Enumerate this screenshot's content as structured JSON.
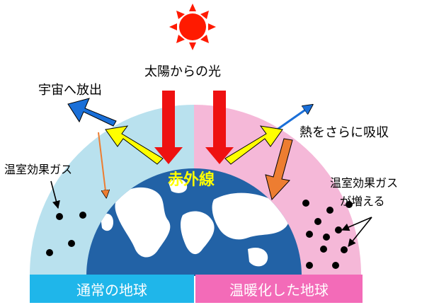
{
  "labels": {
    "sunlight": "太陽からの光",
    "release_to_space": "宇宙へ放出",
    "absorb_more_heat": "熱をさらに吸収",
    "ghg_left": "温室効果ガス",
    "ghg_right_line1": "温室効果ガス",
    "ghg_right_line2": "が増える",
    "infrared": "赤外線"
  },
  "panels": {
    "normal_earth": "通常の地球",
    "warmed_earth": "温暖化した地球"
  },
  "colors": {
    "left_atmosphere": "#b9e1ee",
    "right_atmosphere": "#f5b8d8",
    "left_panel": "#1fb6ea",
    "right_panel": "#f36bb8",
    "earth_ocean": "#2262a6",
    "sun": "#ff1a00",
    "incoming_arrow": "#ee1111",
    "outgoing_arrow": "#ffff00",
    "escape_arrow": "#1a6fd8",
    "reflect_arrow": "#ed7d31",
    "infrared_text": "#ffff00"
  }
}
